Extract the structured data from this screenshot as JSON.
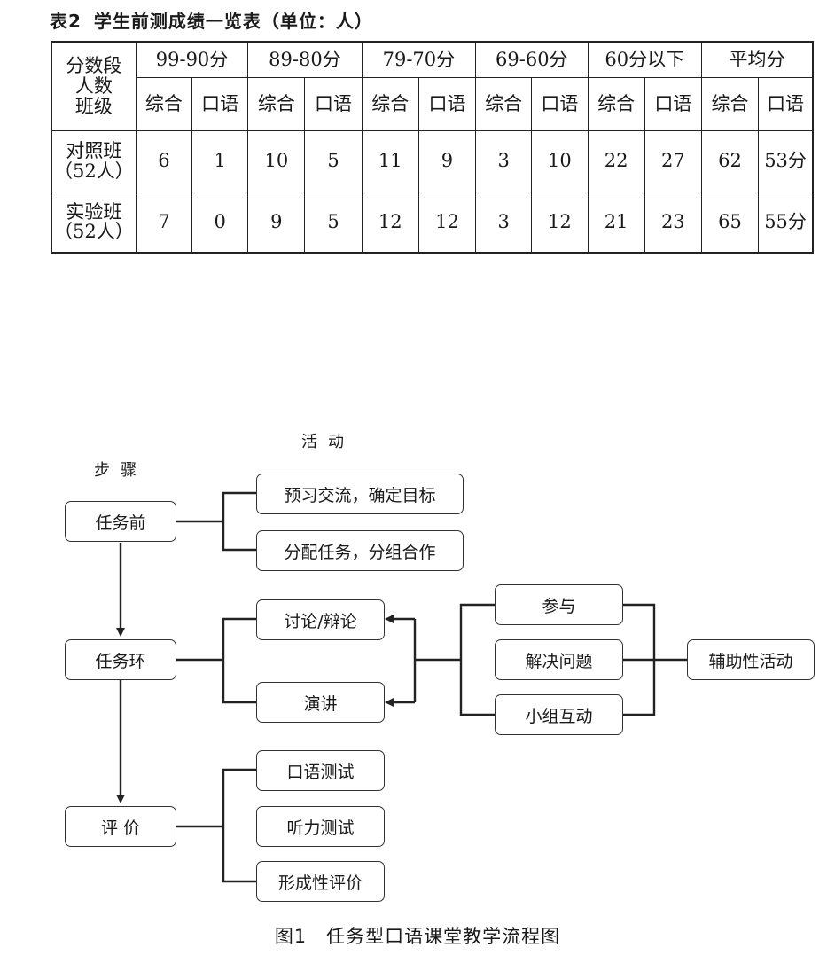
{
  "table": {
    "title_label": "表2",
    "title_text": "学生前测成绩一览表（单位：人）",
    "corner": [
      "分数段",
      "人数",
      "班级"
    ],
    "score_bands": [
      "99-90分",
      "89-80分",
      "79-70分",
      "69-60分",
      "60分以下",
      "平均分"
    ],
    "sub_headers": [
      "综合",
      "口语"
    ],
    "rows": [
      {
        "class_name": "对照班",
        "class_count": "（52人）",
        "values": [
          "6",
          "1",
          "10",
          "5",
          "11",
          "9",
          "3",
          "10",
          "22",
          "27",
          "62",
          "53分"
        ]
      },
      {
        "class_name": "实验班",
        "class_count": "（52人）",
        "values": [
          "7",
          "0",
          "9",
          "5",
          "12",
          "12",
          "3",
          "12",
          "21",
          "23",
          "65",
          "55分"
        ]
      }
    ]
  },
  "flowchart": {
    "col_header_steps": "步骤",
    "col_header_activities": "活动",
    "steps": [
      "任务前",
      "任务环",
      "评 价"
    ],
    "pre_task_activities": [
      "预习交流，确定目标",
      "分配任务，分组合作"
    ],
    "task_cycle_activities": [
      "讨论/辩论",
      "演讲"
    ],
    "aux_items": [
      "参与",
      "解决问题",
      "小组互动"
    ],
    "aux_label": "辅助性活动",
    "evaluation_activities": [
      "口语测试",
      "听力测试",
      "形成性评价"
    ]
  },
  "caption": "图1　任务型口语课堂教学流程图"
}
